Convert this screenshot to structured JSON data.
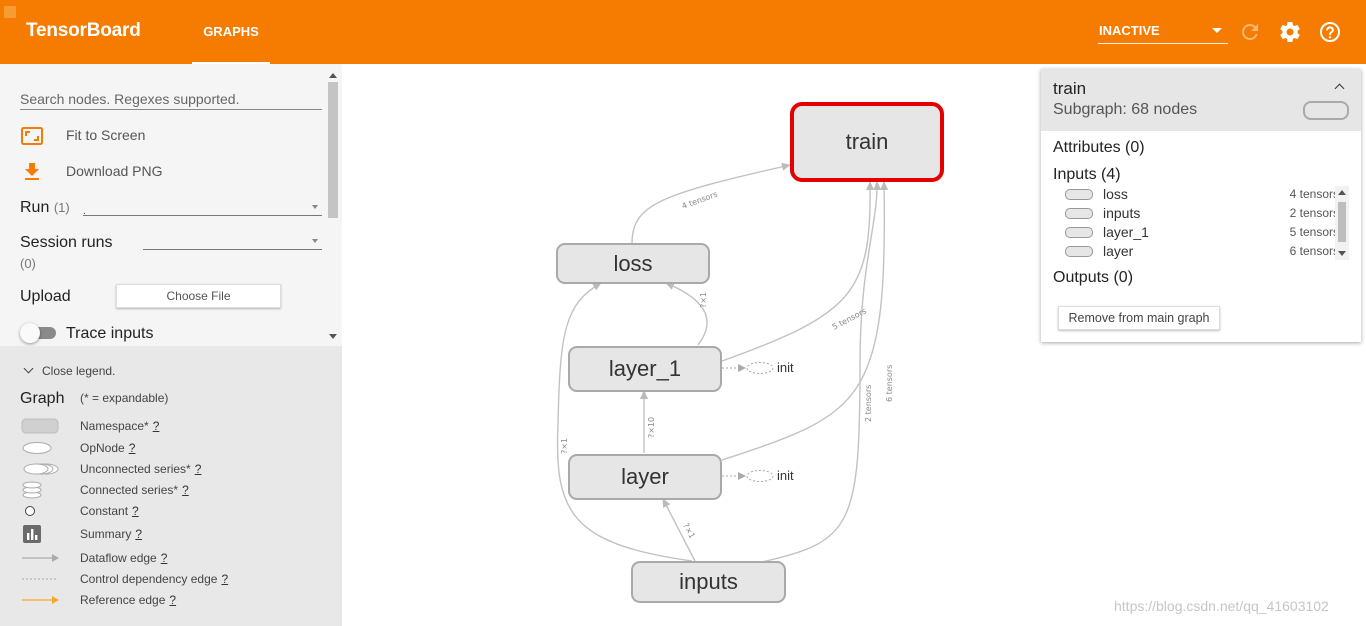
{
  "app": {
    "title": "TensorBoard",
    "tab": "GRAPHS",
    "run_status": "INACTIVE"
  },
  "icons": {
    "reload": "reload-icon",
    "settings": "gear-icon",
    "help": "help-icon"
  },
  "colors": {
    "accent": "#f57c00",
    "selection": "#e40000",
    "node_fill": "#e6e6e6"
  },
  "sidebar": {
    "search_placeholder": "Search nodes. Regexes supported.",
    "fit_label": "Fit to Screen",
    "download_label": "Download PNG",
    "run_label": "Run",
    "run_count": "(1)",
    "run_value": ".",
    "session_label": "Session runs",
    "session_count": "(0)",
    "upload_label": "Upload",
    "choose_file": "Choose File",
    "trace_label": "Trace inputs",
    "trace_on": false
  },
  "legend": {
    "close_label": "Close legend.",
    "graph_label": "Graph",
    "graph_note": "(* = expandable)",
    "help_mark": "?",
    "items": [
      {
        "label": "Namespace*",
        "symbol": "namespace"
      },
      {
        "label": "OpNode",
        "symbol": "opnode"
      },
      {
        "label": "Unconnected series*",
        "symbol": "unconnected-series"
      },
      {
        "label": "Connected series*",
        "symbol": "connected-series"
      },
      {
        "label": "Constant",
        "symbol": "constant"
      },
      {
        "label": "Summary",
        "symbol": "summary"
      },
      {
        "label": "Dataflow edge",
        "symbol": "dataflow-edge"
      },
      {
        "label": "Control dependency edge",
        "symbol": "control-edge"
      },
      {
        "label": "Reference edge",
        "symbol": "reference-edge"
      }
    ]
  },
  "graph": {
    "nodes": {
      "train": "train",
      "loss": "loss",
      "layer_1": "layer_1",
      "layer": "layer",
      "inputs": "inputs",
      "init_a": "init",
      "init_b": "init"
    },
    "edge_labels": {
      "loss_train": "4 tensors",
      "layer1_train": "5 tensors",
      "inputs_train": "2 tensors",
      "layer_train": "6 tensors",
      "layer1_loss": "?×1",
      "layer_layer1": "?×10",
      "inputs_layer": "?×1",
      "inputs_loss": "?×1"
    }
  },
  "info": {
    "title": "train",
    "subtitle": "Subgraph: 68 nodes",
    "attributes": "Attributes (0)",
    "inputs_header": "Inputs (4)",
    "inputs": [
      {
        "name": "loss",
        "count": "4 tensors"
      },
      {
        "name": "inputs",
        "count": "2 tensors"
      },
      {
        "name": "layer_1",
        "count": "5 tensors"
      },
      {
        "name": "layer",
        "count": "6 tensors"
      }
    ],
    "outputs": "Outputs (0)",
    "remove_button": "Remove from main graph"
  },
  "watermark": "https://blog.csdn.net/qq_41603102"
}
